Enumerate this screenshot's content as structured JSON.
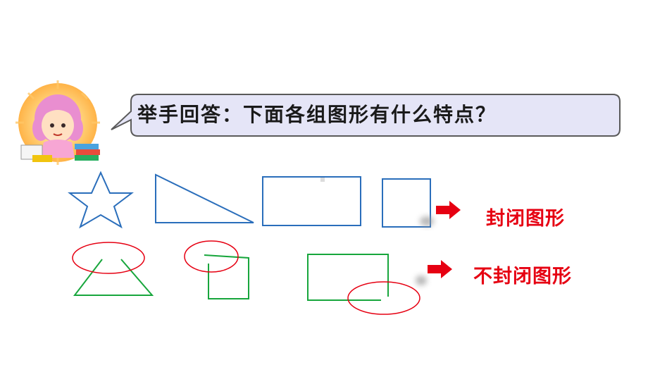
{
  "question": "举手回答：下面各组图形有什么特点？",
  "labels": {
    "closed": "封闭图形",
    "open": "不封闭图形"
  },
  "colors": {
    "closed_shapes": "#2a6ebb",
    "open_shapes": "#17a63c",
    "highlight_ellipse": "#e60012",
    "arrow": "#e60012",
    "bubble_fill": "#e5e5f7",
    "bubble_stroke": "#5a5a5a"
  },
  "icons": {
    "avatar": "girl-reading-icon",
    "arrow": "right-arrow-icon"
  }
}
